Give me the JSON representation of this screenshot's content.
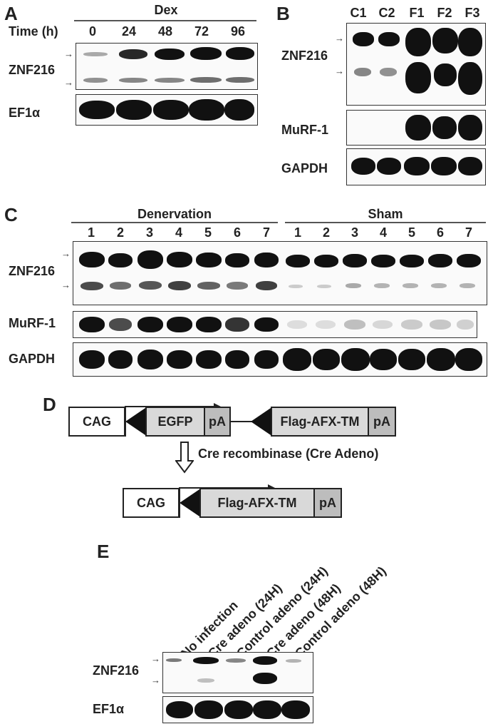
{
  "panels": {
    "A": {
      "letter": "A",
      "treatment": "Dex",
      "time_label": "Time (h)",
      "times": [
        "0",
        "24",
        "48",
        "72",
        "96"
      ],
      "rows": [
        "ZNF216",
        "EF1α"
      ]
    },
    "B": {
      "letter": "B",
      "lanes": [
        "C1",
        "C2",
        "F1",
        "F2",
        "F3"
      ],
      "rows": [
        "ZNF216",
        "MuRF-1",
        "GAPDH"
      ]
    },
    "C": {
      "letter": "C",
      "groups": [
        "Denervation",
        "Sham"
      ],
      "lanes_denervation": [
        "1",
        "2",
        "3",
        "4",
        "5",
        "6",
        "7"
      ],
      "lanes_sham": [
        "1",
        "2",
        "3",
        "4",
        "5",
        "6",
        "7"
      ],
      "rows": [
        "ZNF216",
        "MuRF-1",
        "GAPDH"
      ]
    },
    "D": {
      "letter": "D",
      "construct_top": [
        "CAG",
        "EGFP",
        "pA",
        "Flag-AFX-TM",
        "pA"
      ],
      "arrow_label": "Cre recombinase (Cre Adeno)",
      "construct_bottom": [
        "CAG",
        "Flag-AFX-TM",
        "pA"
      ]
    },
    "E": {
      "letter": "E",
      "lanes": [
        "No infection",
        "Cre adeno (24H)",
        "Control adeno (24H)",
        "Cre adeno (48H)",
        "Control adeno (48H)"
      ],
      "rows": [
        "ZNF216",
        "EF1α"
      ]
    }
  },
  "colors": {
    "band": "#111111",
    "cassette": "#d9d9d9",
    "pa": "#bdbdbd"
  }
}
